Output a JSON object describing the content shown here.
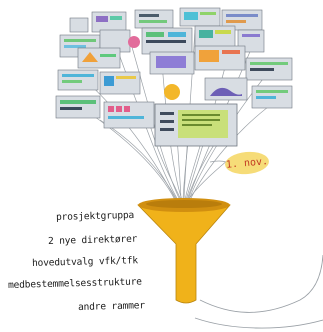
{
  "badge": {
    "text": "1. nov."
  },
  "labels": [
    "prosjektgruppa",
    "2 nye direktører",
    "hovedutvalg vfk/tfk",
    "medbestemmelsesstrukture",
    "andre rammer"
  ],
  "colors": {
    "funnel": "#f0b21a",
    "funnel_dark": "#d18f10",
    "badge": "#f6dc78",
    "badge_text": "#c23a22",
    "ink": "#202020",
    "card": "#d8dde3"
  }
}
